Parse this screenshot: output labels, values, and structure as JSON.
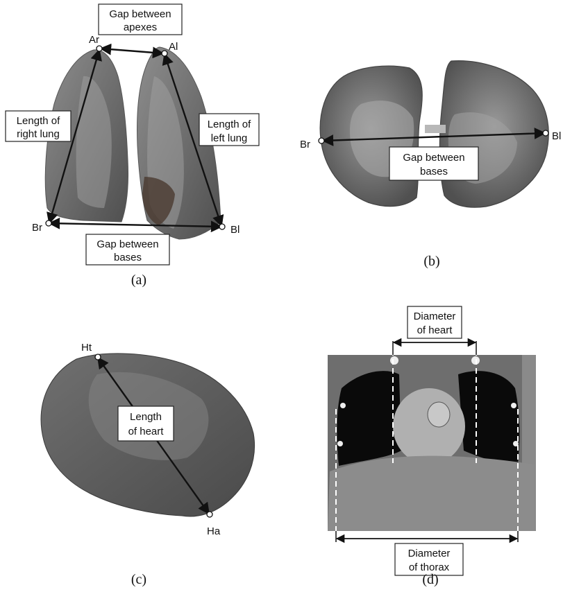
{
  "panel_a": {
    "caption": "(a)",
    "points": {
      "ar": "Ar",
      "al": "Al",
      "br": "Br",
      "bl": "Bl"
    },
    "gap_apexes": [
      "Gap between",
      "apexes"
    ],
    "length_right": [
      "Length of",
      "right lung"
    ],
    "length_left": [
      "Length of",
      "left lung"
    ],
    "gap_bases": [
      "Gap between",
      "bases"
    ]
  },
  "panel_b": {
    "caption": "(b)",
    "points": {
      "br": "Br",
      "bl": "Bl"
    },
    "gap_bases": [
      "Gap between",
      "bases"
    ]
  },
  "panel_c": {
    "caption": "(c)",
    "points": {
      "ht": "Ht",
      "ha": "Ha"
    },
    "length_heart": [
      "Length",
      "of heart"
    ]
  },
  "panel_d": {
    "caption": "(d)",
    "diameter_heart": [
      "Diameter",
      "of heart"
    ],
    "diameter_thorax": [
      "Diameter",
      "of thorax"
    ]
  }
}
